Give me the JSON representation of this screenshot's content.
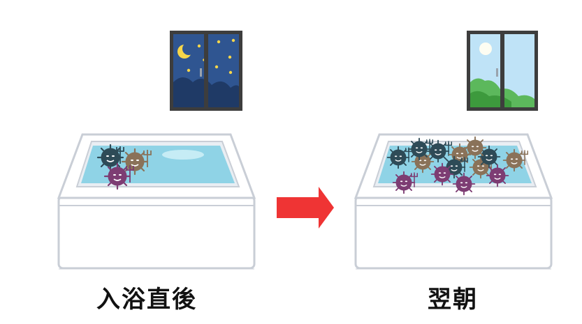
{
  "labels": {
    "before": "入浴直後",
    "after": "翌朝"
  },
  "icons": {
    "night_window": "night-window-icon",
    "day_window": "day-window-icon",
    "arrow": "arrow-right-icon",
    "germ": "germ-icon"
  },
  "colors": {
    "night_sky": "#2c4f8c",
    "day_sky": "#bfe3f7",
    "water": "#8fd3e6",
    "tub": "#ffffff",
    "tub_outline": "#c9ced6",
    "arrow": "#ef3434",
    "germ_dark": "#2e4b57",
    "germ_brown": "#8a7259",
    "germ_purple": "#7d3d73"
  },
  "counts": {
    "germs_before": 3,
    "germs_after": 14
  }
}
